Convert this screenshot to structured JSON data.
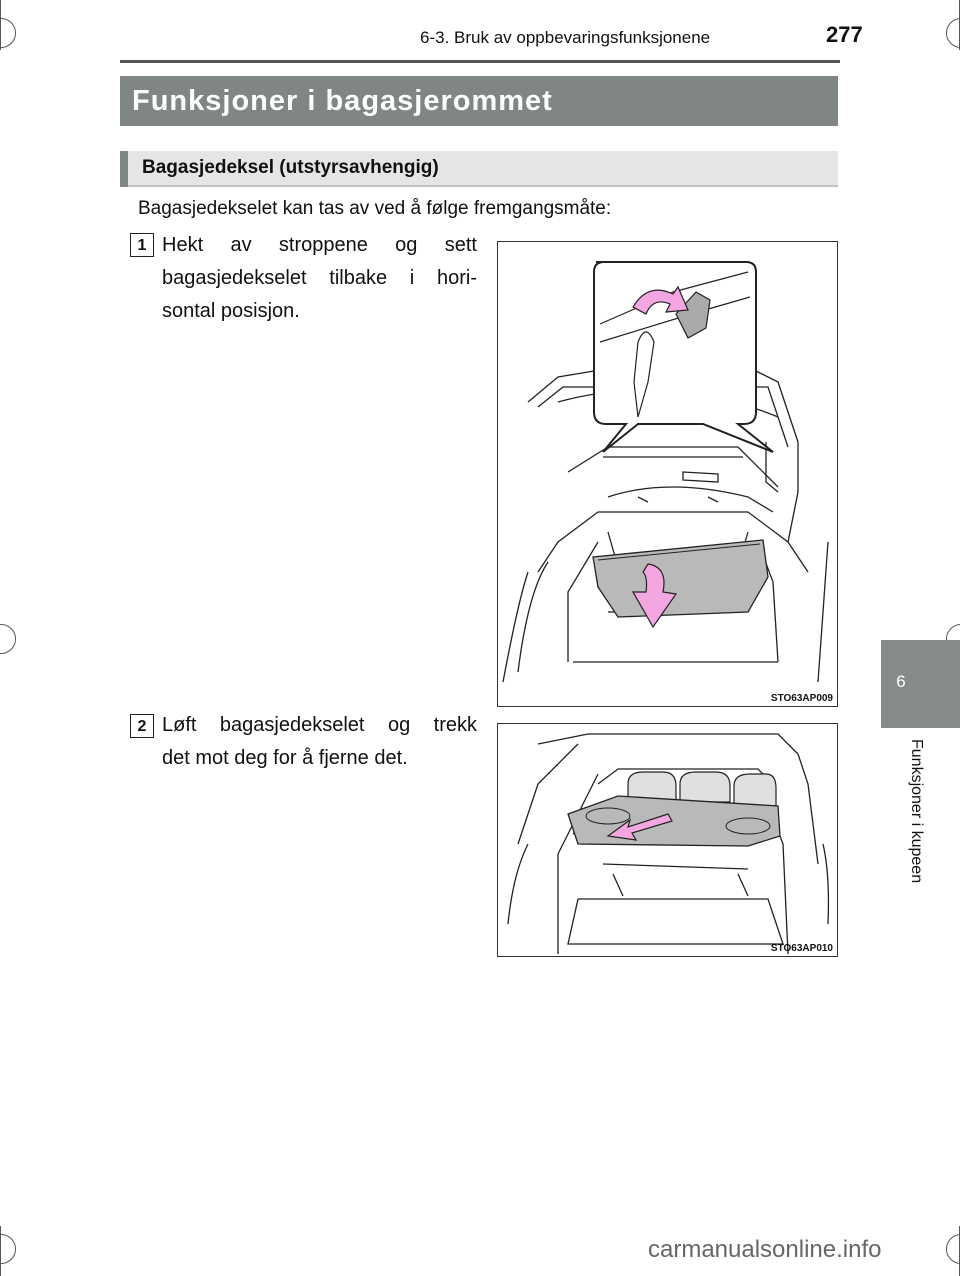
{
  "header": {
    "running_title": "6-3. Bruk av oppbevaringsfunksjonene",
    "page_number": "277"
  },
  "side_tab": {
    "chapter_number": "6",
    "chapter_title": "Funksjoner i kupeen"
  },
  "section": {
    "title": "Funksjoner i bagasjerommet",
    "subsection_title": "Bagasjedeksel (utstyrsavhengig)",
    "intro": "Bagasjedekselet kan tas av ved å følge fremgangsmåte:"
  },
  "steps": [
    {
      "number": "1",
      "lines": [
        "Hekt av stroppene og sett",
        "bagasjedekselet tilbake i hori-",
        "sontal posisjon."
      ],
      "figure_code": "STO63AP009"
    },
    {
      "number": "2",
      "lines": [
        "Løft bagasjedekselet og trekk",
        "det mot deg for å fjerne det."
      ],
      "figure_code": "STO63AP010"
    }
  ],
  "footer": {
    "brand": "carmanualsonline.info"
  },
  "colors": {
    "section_bg": "#7f8683",
    "subsection_bg": "#e4e6e5",
    "arrow_pink": "#f3a6df"
  }
}
